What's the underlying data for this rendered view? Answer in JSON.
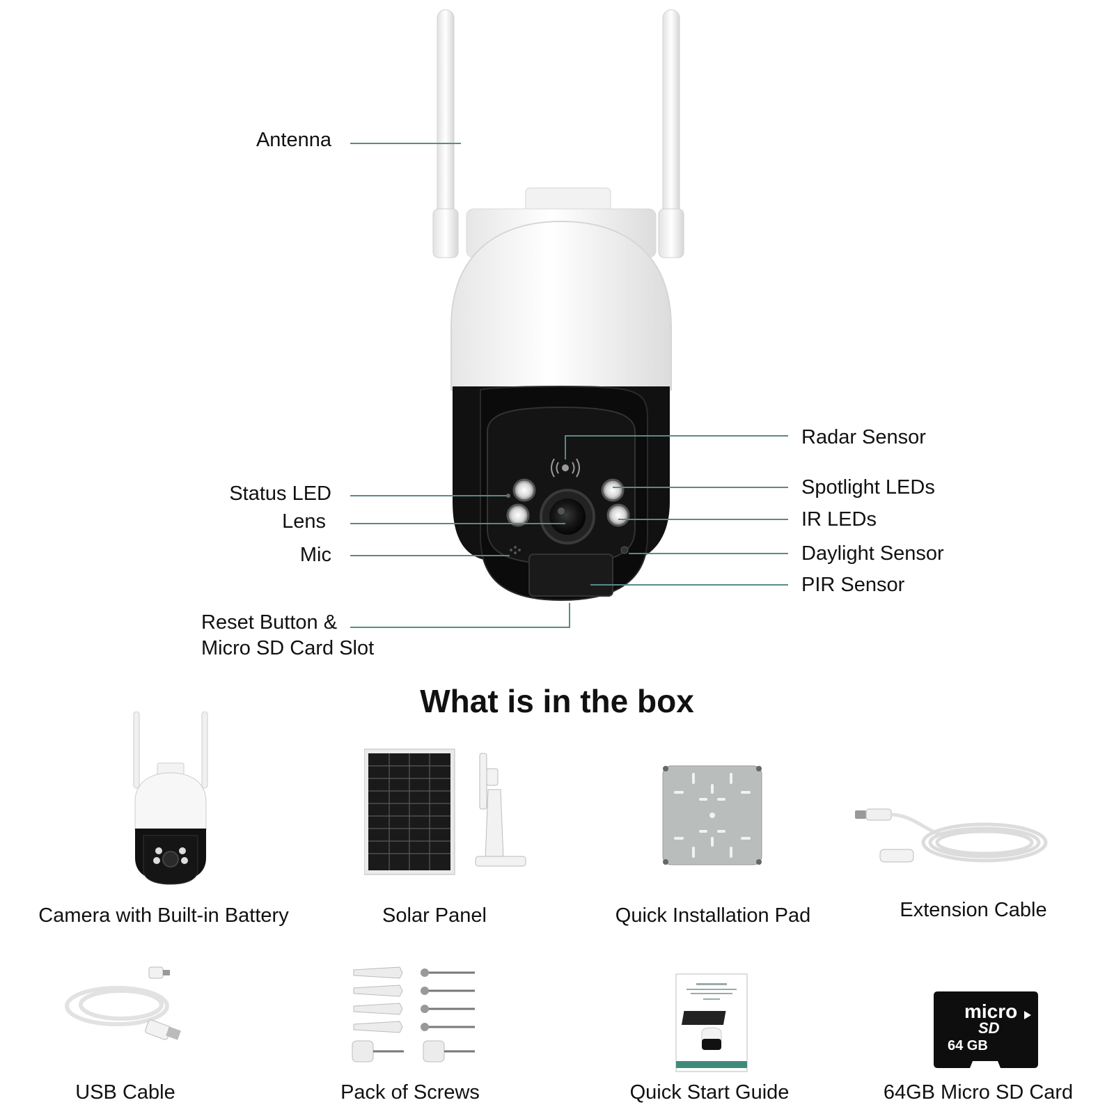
{
  "diagram": {
    "callouts": {
      "antenna": "Antenna",
      "status_led": "Status LED",
      "lens": "Lens",
      "mic": "Mic",
      "reset_line1": "Reset Button &",
      "reset_line2": "Micro SD Card Slot",
      "radar_sensor": "Radar Sensor",
      "spotlight_leds": "Spotlight LEDs",
      "ir_leds": "IR LEDs",
      "daylight_sensor": "Daylight Sensor",
      "pir_sensor": "PIR Sensor"
    },
    "leader_color": "#5a8a86"
  },
  "box": {
    "title": "What is in the box",
    "items": [
      {
        "label": "Camera with Built-in Battery",
        "icon": "camera-icon"
      },
      {
        "label": "Solar Panel",
        "icon": "solar-panel-icon"
      },
      {
        "label": "Quick Installation Pad",
        "icon": "mounting-plate-icon"
      },
      {
        "label": "Extension Cable",
        "icon": "extension-cable-icon"
      },
      {
        "label": "USB Cable",
        "icon": "usb-cable-icon"
      },
      {
        "label": "Pack of Screws",
        "icon": "screws-icon"
      },
      {
        "label": "Quick Start Guide",
        "icon": "guide-booklet-icon"
      },
      {
        "label": "64GB Micro SD Card",
        "icon": "sd-card-icon"
      }
    ],
    "sd_card_text_1": "micro",
    "sd_card_text_2": "SD",
    "sd_card_capacity": "64 GB"
  }
}
